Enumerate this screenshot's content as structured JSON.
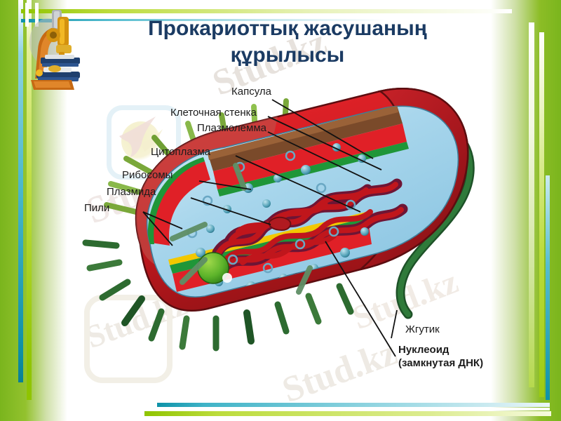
{
  "slide": {
    "title": "Прокариоттық жасушаның құрылысы",
    "title_color": "#1b3b63",
    "background": "#ffffff"
  },
  "watermarks": [
    {
      "text": "Stud.kz",
      "name": "watermark-1"
    },
    {
      "text": "Stud.kz",
      "name": "watermark-2"
    },
    {
      "text": "Stud.kz",
      "name": "watermark-3"
    },
    {
      "text": "Stud.kz",
      "name": "watermark-4"
    },
    {
      "text": "Stud.kz",
      "name": "watermark-5"
    },
    {
      "text": "Stud.kz",
      "name": "watermark-6"
    }
  ],
  "decor": {
    "green_accent": "#8fc400",
    "green_band": "#7ab51d",
    "cyan_accent": "#0e92a8",
    "lime_accent": "#bcdc3c"
  },
  "clipart": {
    "microscope": "microscope-icon"
  },
  "diagram": {
    "type": "labeled-biology-diagram",
    "subject": "prokaryotic-cell",
    "colors": {
      "capsule": "#d81f26",
      "capsule_dark": "#9e1418",
      "cell_wall": "#7a4a2a",
      "cell_wall_cut": "#f2c800",
      "plasma_membrane": "#1f9638",
      "cytoplasm": "#a8d6ec",
      "nucleoid": "#c0161c",
      "nucleoid_dark": "#6e1535",
      "flagellum": "#2c6b35",
      "pili": "#3d7a3a",
      "ribosome": "#2a7f93",
      "plasmid": "#b01a20",
      "granule": "#5cb32a"
    },
    "labels_left": [
      {
        "text": "Капсула",
        "name": "label-capsule"
      },
      {
        "text": "Клеточная стенка",
        "name": "label-cell-wall"
      },
      {
        "text": "Плазмолемма",
        "name": "label-plasmalemma"
      },
      {
        "text": "Цитоплазма",
        "name": "label-cytoplasm"
      },
      {
        "text": "Рибосомы",
        "name": "label-ribosomes"
      },
      {
        "text": "Плазмида",
        "name": "label-plasmid"
      },
      {
        "text": "Пили",
        "name": "label-pili"
      }
    ],
    "labels_right": [
      {
        "text": "Жгутик",
        "name": "label-flagellum"
      },
      {
        "text": "Нуклеоид",
        "name": "label-nucleoid"
      },
      {
        "text": "(замкнутая ДНК)",
        "name": "label-nucleoid-sub"
      }
    ]
  }
}
